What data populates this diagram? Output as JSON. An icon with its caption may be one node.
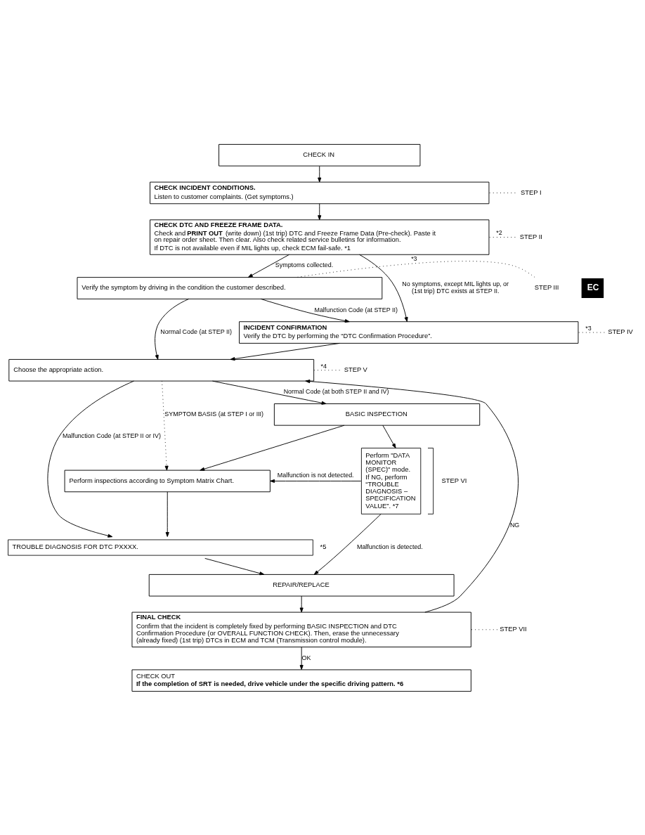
{
  "diagram": {
    "nodes": [
      {
        "text": [
          "CHECK IN"
        ]
      },
      {
        "text": [
          "CHECK INCIDENT CONDITIONS.",
          "Listen to customer complaints. (Get symptoms.)"
        ]
      },
      {
        "text": [
          "CHECK DTC AND FREEZE FRAME DATA.",
          "Check and **PRINT OUT** (write down) (1st trip) DTC and Freeze Frame Data (Pre-check). Paste it on repair order sheet. Then clear. Also check related service bulletins for information.",
          "If DTC is not available even if MIL lights up, check ECM fail-safe. *1"
        ]
      },
      {
        "text": [
          "Verify the symptom by driving in the condition the customer described."
        ]
      },
      {
        "text": [
          "INCIDENT CONFIRMATION",
          "Verify the DTC by performing the “DTC Confirmation Procedure”."
        ]
      },
      {
        "text": [
          "Choose the appropriate action."
        ]
      },
      {
        "text": [
          "BASIC INSPECTION"
        ]
      },
      {
        "text": [
          "Perform inspections according to Symptom Matrix Chart."
        ]
      },
      {
        "text": [
          "Perform \"DATA MONITOR (SPEC)\" mode. If NG, perform “TROUBLE DIAGNOSIS – SPECIFICATION VALUE”. *7"
        ],
        "beside": [
          "STEP VI"
        ]
      },
      {
        "text": [
          "TROUBLE DIAGNOSIS FOR DTC PXXXX."
        ],
        "beside": [
          "*5"
        ]
      },
      {
        "text": [
          "REPAIR/REPLACE"
        ]
      },
      {
        "text": [
          "FINAL CHECK",
          "Confirm that the incident is completely fixed by performing BASIC INSPECTION and DTC Confirmation Procedure (or OVERALL FUNCTION CHECK). Then, erase the unnecessary (already fixed) (1st trip) DTCs in ECM and TCM (Transmission control module)."
        ]
      },
      {
        "text": [
          "CHECK OUT",
          "If the completion of SRT is needed, drive vehicle under the specific driving pattern. *6"
        ]
      },
      {
        "text": [
          "STEP I"
        ]
      },
      {
        "text": [
          "STEP II"
        ]
      },
      {
        "text": [
          "STEP III"
        ]
      },
      {
        "text": [
          "STEP IV"
        ]
      },
      {
        "text": [
          "STEP V"
        ]
      },
      {
        "text": [
          "STEP VII"
        ]
      }
    ],
    "edges": [
      {
        "from": 0,
        "to": 1,
        "arrow": "to"
      },
      {
        "from": 13,
        "to": 1,
        "arrow": "none",
        "style": "dashed"
      },
      {
        "from": 1,
        "to": 2,
        "arrow": "to"
      },
      {
        "from": 14,
        "to": 2,
        "arrow": "none",
        "style": "dashed",
        "label": "*2"
      },
      {
        "from": 2,
        "to": 3,
        "arrow": "to",
        "label": "Symptoms collected."
      },
      {
        "from": 2,
        "to": 4,
        "arrow": "to",
        "label": "No symptoms, except MIL lights up, or (1st trip) DTC exists at STEP II."
      },
      {
        "from": 15,
        "to": 3,
        "arrow": "none",
        "style": "dashed",
        "label": "*3"
      },
      {
        "from": 3,
        "to": 5,
        "arrow": "to",
        "label": "Normal Code (at STEP II)"
      },
      {
        "from": 3,
        "to": 4,
        "arrow": "to",
        "label": "Malfunction Code (at STEP II)"
      },
      {
        "from": 16,
        "to": 4,
        "arrow": "none",
        "style": "dashed",
        "label": "*3"
      },
      {
        "from": 4,
        "to": 5,
        "arrow": "to"
      },
      {
        "from": 17,
        "to": 5,
        "arrow": "none",
        "style": "dashed",
        "label": "*4"
      },
      {
        "from": 5,
        "to": 9,
        "arrow": "to",
        "label": "Malfunction Code (at STEP II or IV)"
      },
      {
        "from": 5,
        "to": 6,
        "arrow": "to",
        "label": "Normal Code (at both STEP II and IV)"
      },
      {
        "from": 5,
        "to": 7,
        "arrow": "to",
        "style": "dashed",
        "label": "SYMPTOM BASIS (at STEP I or III)"
      },
      {
        "from": 6,
        "to": 8,
        "arrow": "to"
      },
      {
        "from": 6,
        "to": 7,
        "arrow": "to"
      },
      {
        "from": 8,
        "to": 7,
        "arrow": "to",
        "label": "Malfunction is not detected."
      },
      {
        "from": 7,
        "to": 9,
        "arrow": "to"
      },
      {
        "from": 8,
        "to": 10,
        "arrow": "to",
        "label": "Malfunction is detected."
      },
      {
        "from": 9,
        "to": 10,
        "arrow": "to"
      },
      {
        "from": 10,
        "to": 11,
        "arrow": "to"
      },
      {
        "from": 18,
        "to": 11,
        "arrow": "none",
        "style": "dashed"
      },
      {
        "from": 11,
        "to": 5,
        "arrow": "to",
        "label": "NG"
      },
      {
        "from": 11,
        "to": 12,
        "arrow": "to",
        "label": "OK"
      }
    ],
    "labels": [
      "EC"
    ]
  }
}
